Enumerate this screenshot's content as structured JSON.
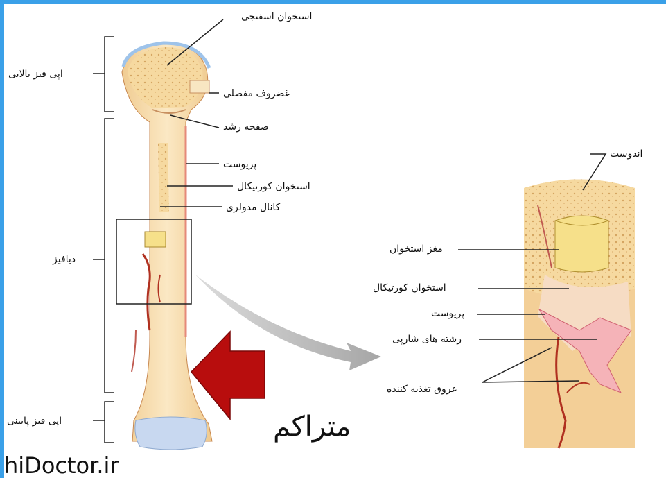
{
  "labels": {
    "spongy_bone": "استخوان اسفنجی",
    "proximal_epiphysis": "اپی فیز بالایی",
    "articular_cartilage": "غضروف مفصلی",
    "growth_plate": "صفحه رشد",
    "periosteum": "پریوست",
    "cortical_bone": "استخوان کورتیکال",
    "medullary_canal": "کانال مدولری",
    "diaphysis": "دیافیز",
    "distal_epiphysis": "اپی فیز پایینی",
    "endosteum": "اندوست",
    "bone_marrow": "مغز استخوان",
    "cortical_bone_2": "استخوان کورتیکال",
    "periosteum_2": "پریوست",
    "sharpey_fibers": "رشته های شارپی",
    "nutrient_vessels": "عروق تغذیه کننده"
  },
  "annotation": "متراکم",
  "watermark": "hiDoctor.ir",
  "colors": {
    "frame": "#3aa0e8",
    "bone": "#f6deaa",
    "cartilage": "#c8d8f0",
    "arrow": "#b80d0d",
    "vessel": "#b03020"
  }
}
